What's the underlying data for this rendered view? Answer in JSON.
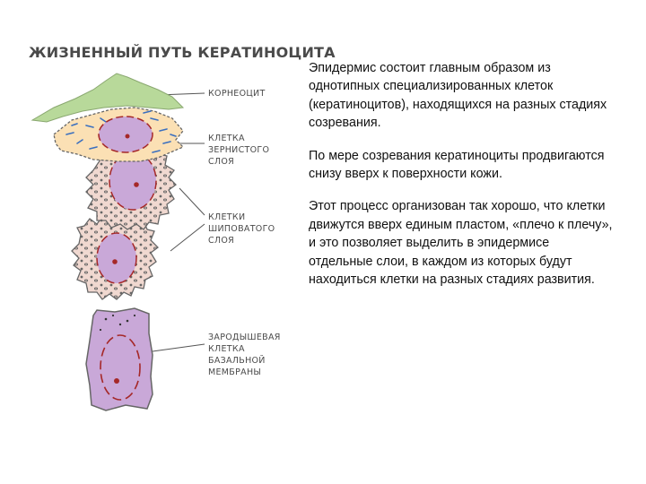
{
  "figure": {
    "title": "ЖИЗНЕННЫЙ ПУТЬ КЕРАТИНОЦИТА",
    "labels": {
      "corneocyte": "КОРНЕОЦИТ",
      "granular": "КЛЕТКА ЗЕРНИСТОГО СЛОЯ",
      "spinous": "КЛЕТКИ ШИПОВАТОГО СЛОЯ",
      "basal": "ЗАРОДЫШЕВАЯ КЛЕТКА БАЗАЛЬНОЙ МЕМБРАНЫ"
    },
    "colors": {
      "corneocyte": "#b8d99a",
      "granular_cell": "#fbe0b4",
      "granules": "#3a6fbf",
      "spinous_cell": "#f0d8d0",
      "cell_outline": "#666666",
      "nucleus": "#c9a8d8",
      "nucleus_border": "#a52828",
      "basal_cell": "#c9a8d8"
    }
  },
  "text": {
    "p1": "Эпидермис состоит главным образом из однотипных специализированных клеток (кератиноцитов), находящихся на разных стадиях созревания.",
    "p2": "По мере созревания кератиноциты продвигаются снизу вверх к поверхности кожи.",
    "p3": "Этот процесс организован так хорошо, что клетки движутся вверх единым пластом, «плечо к плечу», и это позволяет выделить в эпидермисе отдельные слои, в каждом из которых будут находиться клетки на разных стадиях развития."
  }
}
